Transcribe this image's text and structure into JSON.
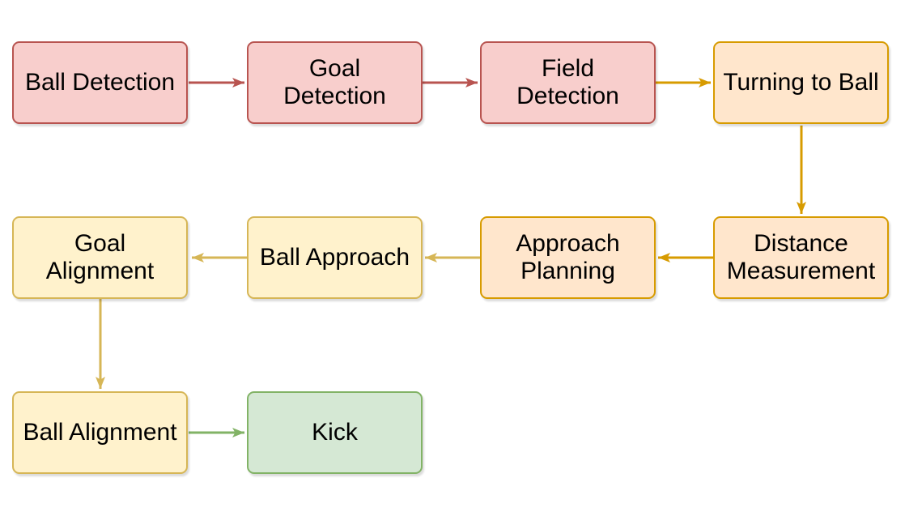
{
  "diagram": {
    "type": "flowchart",
    "background": "#ffffff",
    "nodes": [
      {
        "id": "ball-detection",
        "label": "Ball Detection",
        "theme": "red"
      },
      {
        "id": "goal-detection",
        "label": "Goal Detection",
        "theme": "red"
      },
      {
        "id": "field-detection",
        "label": "Field Detection",
        "theme": "red"
      },
      {
        "id": "turning-to-ball",
        "label": "Turning to Ball",
        "theme": "orange"
      },
      {
        "id": "distance-measurement",
        "label": "Distance Measurement",
        "theme": "orange"
      },
      {
        "id": "approach-planning",
        "label": "Approach Planning",
        "theme": "orange"
      },
      {
        "id": "ball-approach",
        "label": "Ball Approach",
        "theme": "yellow"
      },
      {
        "id": "goal-alignment",
        "label": "Goal Alignment",
        "theme": "yellow"
      },
      {
        "id": "ball-alignment",
        "label": "Ball Alignment",
        "theme": "yellow"
      },
      {
        "id": "kick",
        "label": "Kick",
        "theme": "green"
      }
    ],
    "edges": [
      {
        "from": "ball-detection",
        "to": "goal-detection",
        "direction": "right",
        "color": "#b85450"
      },
      {
        "from": "goal-detection",
        "to": "field-detection",
        "direction": "right",
        "color": "#b85450"
      },
      {
        "from": "field-detection",
        "to": "turning-to-ball",
        "direction": "right",
        "color": "#d79b00"
      },
      {
        "from": "turning-to-ball",
        "to": "distance-measurement",
        "direction": "down",
        "color": "#d79b00"
      },
      {
        "from": "distance-measurement",
        "to": "approach-planning",
        "direction": "left",
        "color": "#d79b00"
      },
      {
        "from": "approach-planning",
        "to": "ball-approach",
        "direction": "left",
        "color": "#d6b656"
      },
      {
        "from": "ball-approach",
        "to": "goal-alignment",
        "direction": "left",
        "color": "#d6b656"
      },
      {
        "from": "goal-alignment",
        "to": "ball-alignment",
        "direction": "down",
        "color": "#d6b656"
      },
      {
        "from": "ball-alignment",
        "to": "kick",
        "direction": "right",
        "color": "#82b366"
      }
    ],
    "palette": {
      "red": {
        "fill": "#f8cecc",
        "stroke": "#b85450"
      },
      "orange": {
        "fill": "#ffe6cc",
        "stroke": "#d79b00"
      },
      "yellow": {
        "fill": "#fff2cc",
        "stroke": "#d6b656"
      },
      "green": {
        "fill": "#d5e8d4",
        "stroke": "#82b366"
      }
    },
    "text_color": "#000000"
  }
}
